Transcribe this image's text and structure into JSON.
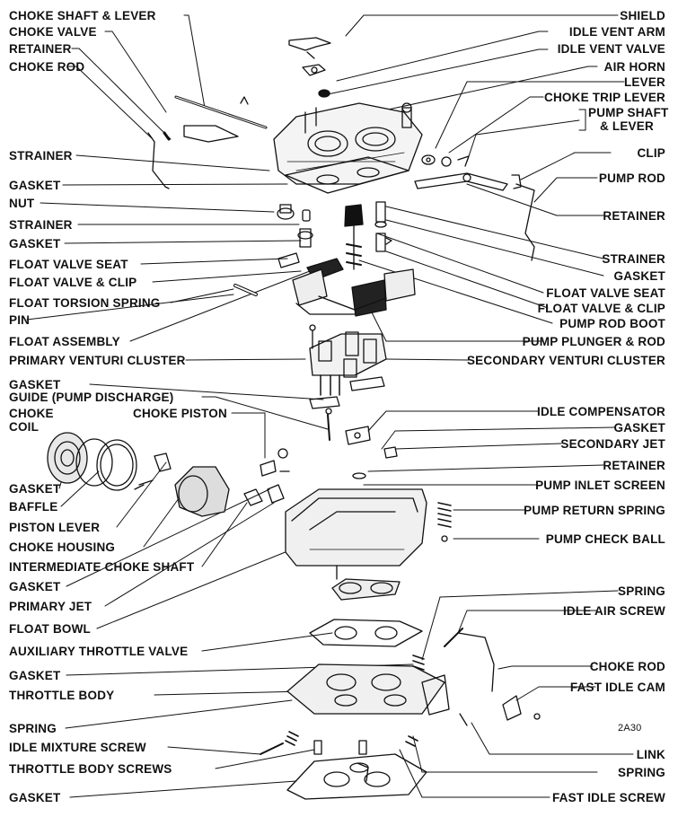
{
  "diagram_code": "2A30",
  "left_labels": [
    "CHOKE SHAFT & LEVER",
    "CHOKE  VALVE",
    "RETAINER",
    "CHOKE ROD",
    "STRAINER",
    "GASKET",
    "NUT",
    "STRAINER",
    "GASKET",
    "FLOAT VALVE SEAT",
    "FLOAT VALVE & CLIP",
    "FLOAT TORSION SPRING",
    "PIN",
    "FLOAT ASSEMBLY",
    "PRIMARY VENTURI CLUSTER",
    "GASKET",
    "GUIDE (PUMP DISCHARGE)",
    "CHOKE",
    "COIL",
    "CHOKE PISTON",
    "GASKET",
    "BAFFLE",
    "PISTON LEVER",
    "CHOKE HOUSING",
    "INTERMEDIATE CHOKE SHAFT",
    "GASKET",
    "PRIMARY JET",
    "FLOAT BOWL",
    "AUXILIARY THROTTLE VALVE",
    "GASKET",
    "THROTTLE BODY",
    "SPRING",
    "IDLE MIXTURE SCREW",
    "THROTTLE BODY SCREWS",
    "GASKET"
  ],
  "right_labels": [
    "SHIELD",
    "IDLE VENT ARM",
    "IDLE VENT VALVE",
    "AIR HORN",
    "LEVER",
    "CHOKE TRIP LEVER",
    "PUMP SHAFT",
    "& LEVER",
    "CLIP",
    "PUMP ROD",
    "RETAINER",
    "STRAINER",
    "GASKET",
    "FLOAT VALVE SEAT",
    "FLOAT VALVE & CLIP",
    "PUMP ROD BOOT",
    "PUMP PLUNGER & ROD",
    "SECONDARY VENTURI CLUSTER",
    "IDLE COMPENSATOR",
    "GASKET",
    "SECONDARY JET",
    "RETAINER",
    "PUMP INLET SCREEN",
    "PUMP RETURN SPRING",
    "PUMP CHECK BALL",
    "SPRING",
    "IDLE AIR SCREW",
    "CHOKE ROD",
    "FAST IDLE CAM",
    "LINK",
    "SPRING",
    "FAST IDLE SCREW"
  ]
}
